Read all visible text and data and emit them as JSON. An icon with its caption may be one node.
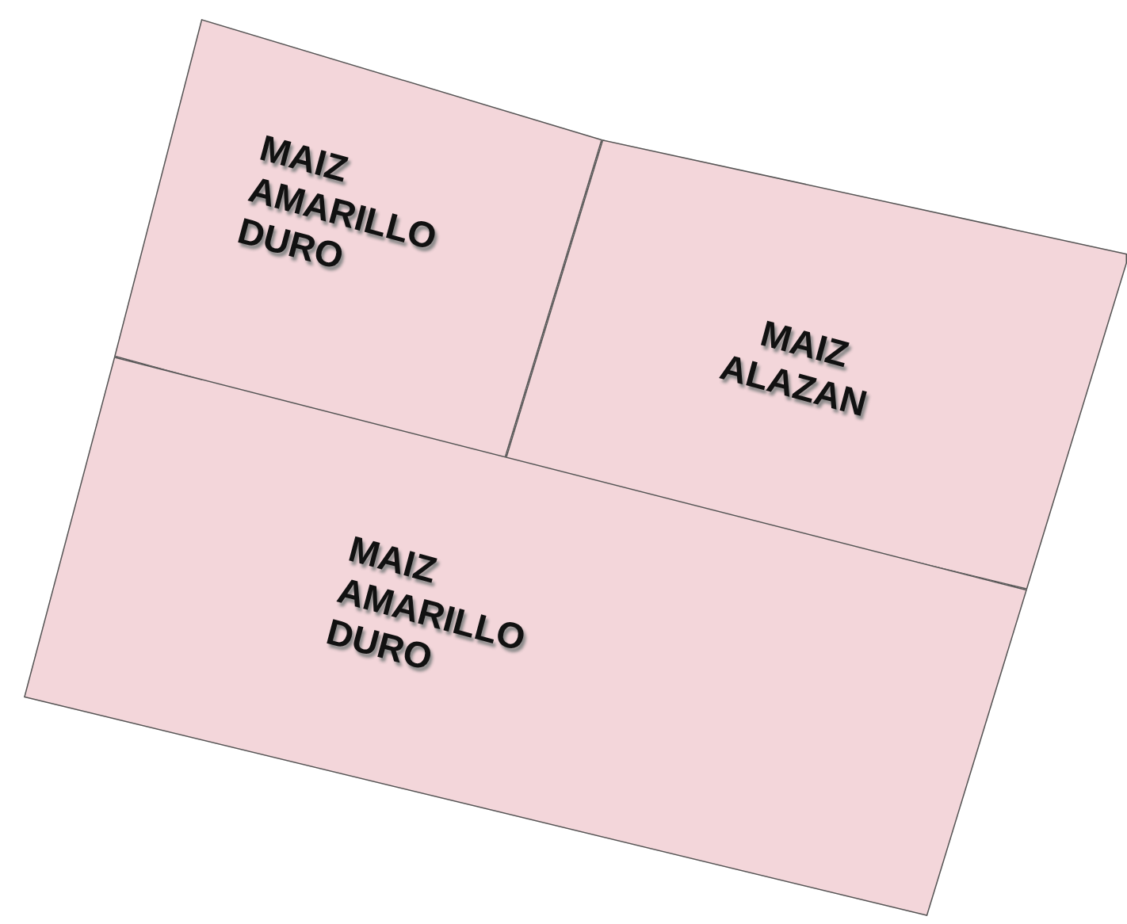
{
  "diagram": {
    "nodes": [
      {
        "text": [
          "MAIZ AMARILLO DURO"
        ]
      },
      {
        "text": [
          "MAIZ ALAZAN"
        ]
      },
      {
        "text": [
          "MAIZ AMARILLO DURO"
        ]
      }
    ]
  }
}
